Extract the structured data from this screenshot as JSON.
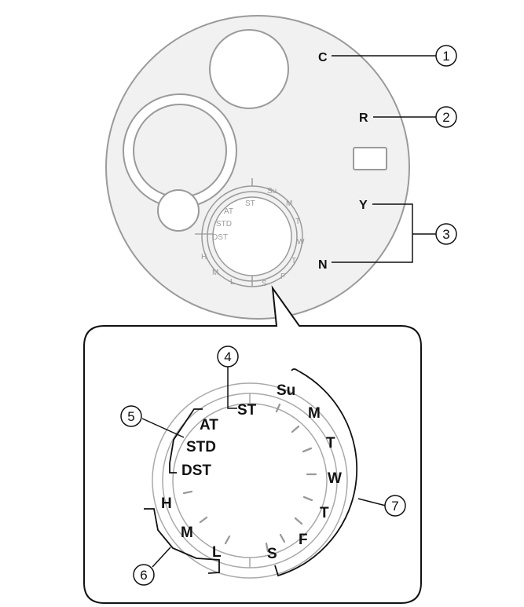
{
  "watch": {
    "crown_labels": {
      "c": "C",
      "r": "R",
      "y": "Y",
      "n": "N"
    },
    "callouts": [
      "1",
      "2",
      "3",
      "4",
      "5",
      "6",
      "7"
    ]
  },
  "dial": {
    "top_label": "ST",
    "modes": [
      "AT",
      "STD",
      "DST"
    ],
    "tides": [
      "H",
      "M",
      "L"
    ],
    "days": [
      "Su",
      "M",
      "T",
      "W",
      "T",
      "F",
      "S"
    ]
  }
}
